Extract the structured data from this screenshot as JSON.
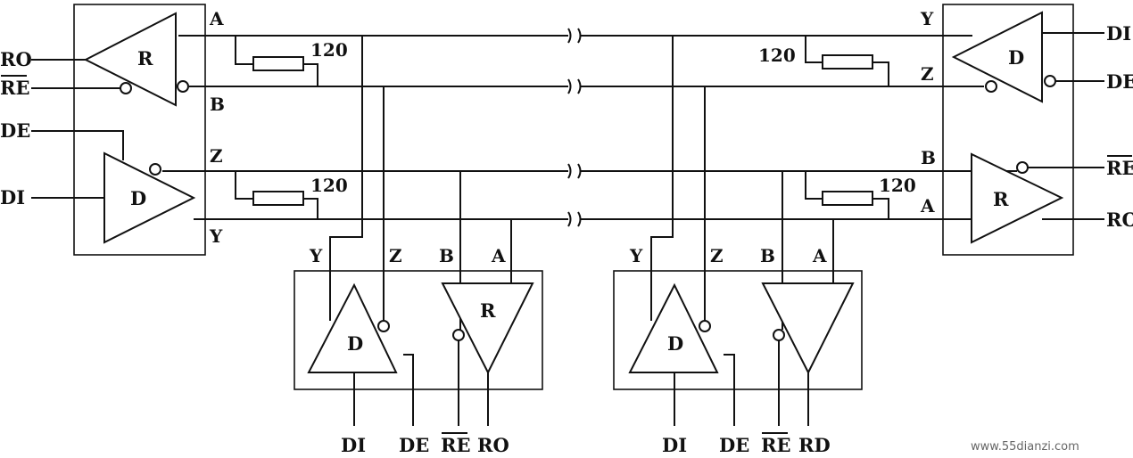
{
  "left_node": {
    "receiver": {
      "label": "R",
      "out_label": "RO",
      "enable_label": "RE"
    },
    "driver": {
      "label": "D",
      "in_label": "DI",
      "enable_label": "DE"
    },
    "pin_labels": {
      "a": "A",
      "b": "B",
      "z": "Z",
      "y": "Y"
    },
    "terminator_top": "120",
    "terminator_bottom": "120"
  },
  "right_node": {
    "driver": {
      "label": "D",
      "in_label": "DI",
      "enable_label": "DE"
    },
    "receiver": {
      "label": "R",
      "out_label": "RO",
      "enable_label": "RE"
    },
    "pin_labels": {
      "y": "Y",
      "z": "Z",
      "b": "B",
      "a": "A"
    },
    "terminator_top": "120",
    "terminator_bottom": "120"
  },
  "slave1": {
    "pin_labels": {
      "y": "Y",
      "z": "Z",
      "b": "B",
      "a": "A"
    },
    "driver_label": "D",
    "receiver_label": "R",
    "bottom_labels": [
      "DI",
      "DE",
      "RE",
      "RO"
    ]
  },
  "slave2": {
    "pin_labels": {
      "y": "Y",
      "z": "Z",
      "b": "B",
      "a": "A"
    },
    "driver_label": "D",
    "bottom_labels": [
      "DI",
      "DE",
      "RE",
      "RD"
    ]
  },
  "watermark": "www.55dianzi.com"
}
